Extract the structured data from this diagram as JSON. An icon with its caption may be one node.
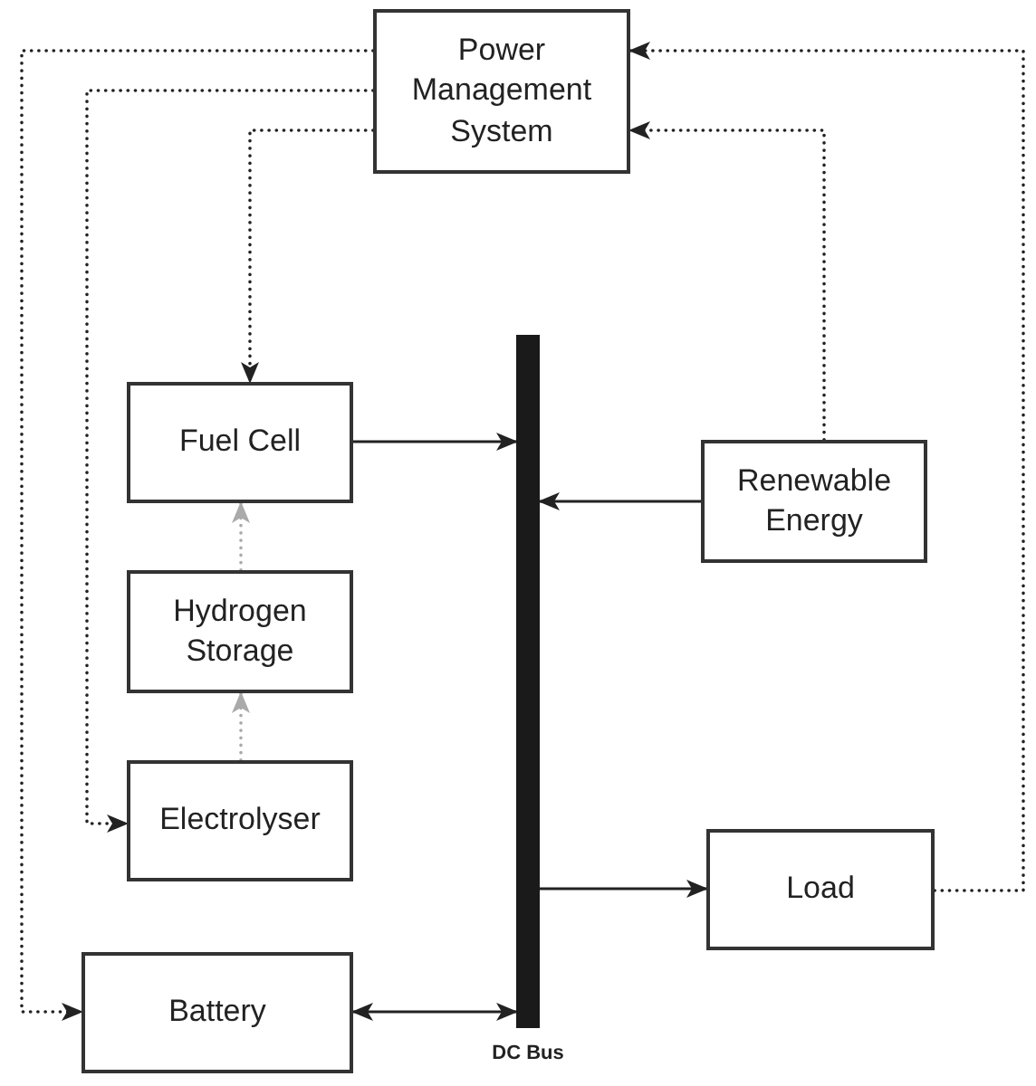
{
  "diagram": {
    "nodes": [
      {
        "text": [
          "Power Management System"
        ]
      },
      {
        "text": [
          "Fuel Cell"
        ]
      },
      {
        "text": [
          "Hydrogen Storage"
        ]
      },
      {
        "text": [
          "Electrolyser"
        ]
      },
      {
        "text": [
          "Renewable Energy"
        ]
      },
      {
        "text": [
          "Load"
        ]
      },
      {
        "text": [
          "Battery"
        ]
      },
      {
        "text": [
          "DC Bus"
        ]
      }
    ],
    "edges": [
      {
        "from": 0,
        "to": 6,
        "arrow": "to",
        "style": "dashed"
      },
      {
        "from": 0,
        "to": 3,
        "arrow": "to",
        "style": "dashed"
      },
      {
        "from": 0,
        "to": 1,
        "arrow": "to",
        "style": "dashed"
      },
      {
        "from": 4,
        "to": 0,
        "arrow": "to",
        "style": "dashed"
      },
      {
        "from": 5,
        "to": 0,
        "arrow": "to",
        "style": "dashed"
      },
      {
        "from": 3,
        "to": 2,
        "arrow": "to",
        "style": "dashed",
        "color": "#aaaaaa"
      },
      {
        "from": 2,
        "to": 1,
        "arrow": "to",
        "style": "dashed",
        "color": "#aaaaaa"
      },
      {
        "from": 1,
        "to": 7,
        "arrow": "to"
      },
      {
        "from": 4,
        "to": 7,
        "arrow": "to"
      },
      {
        "from": 7,
        "to": 5,
        "arrow": "to"
      },
      {
        "from": 6,
        "to": 7,
        "arrow": "both"
      }
    ]
  }
}
